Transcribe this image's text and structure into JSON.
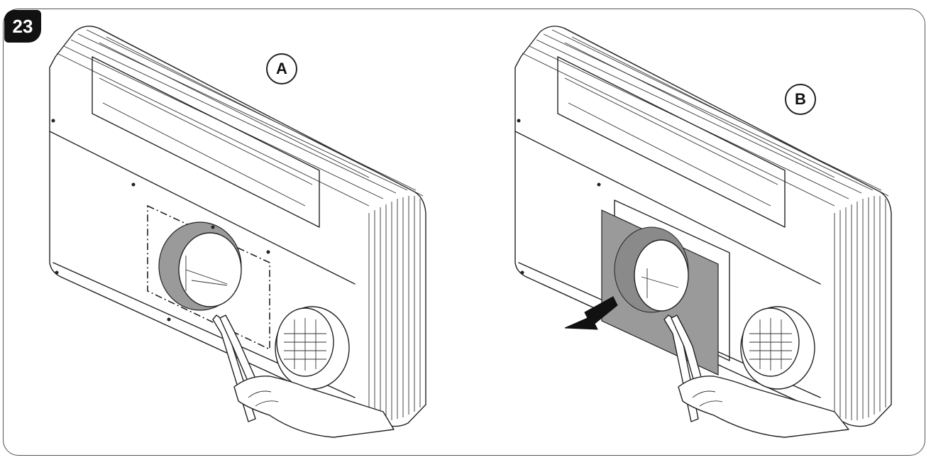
{
  "step": {
    "number": "23"
  },
  "panels": [
    {
      "label": "A"
    },
    {
      "label": "B"
    }
  ],
  "icons": {
    "removal_arrow": "arrow-left-down-icon",
    "pliers": "pliers-icon",
    "hand": "hand-icon"
  },
  "colors": {
    "outline": "#222222",
    "panel_fill": "#9a9a9a",
    "badge": "#111111"
  }
}
